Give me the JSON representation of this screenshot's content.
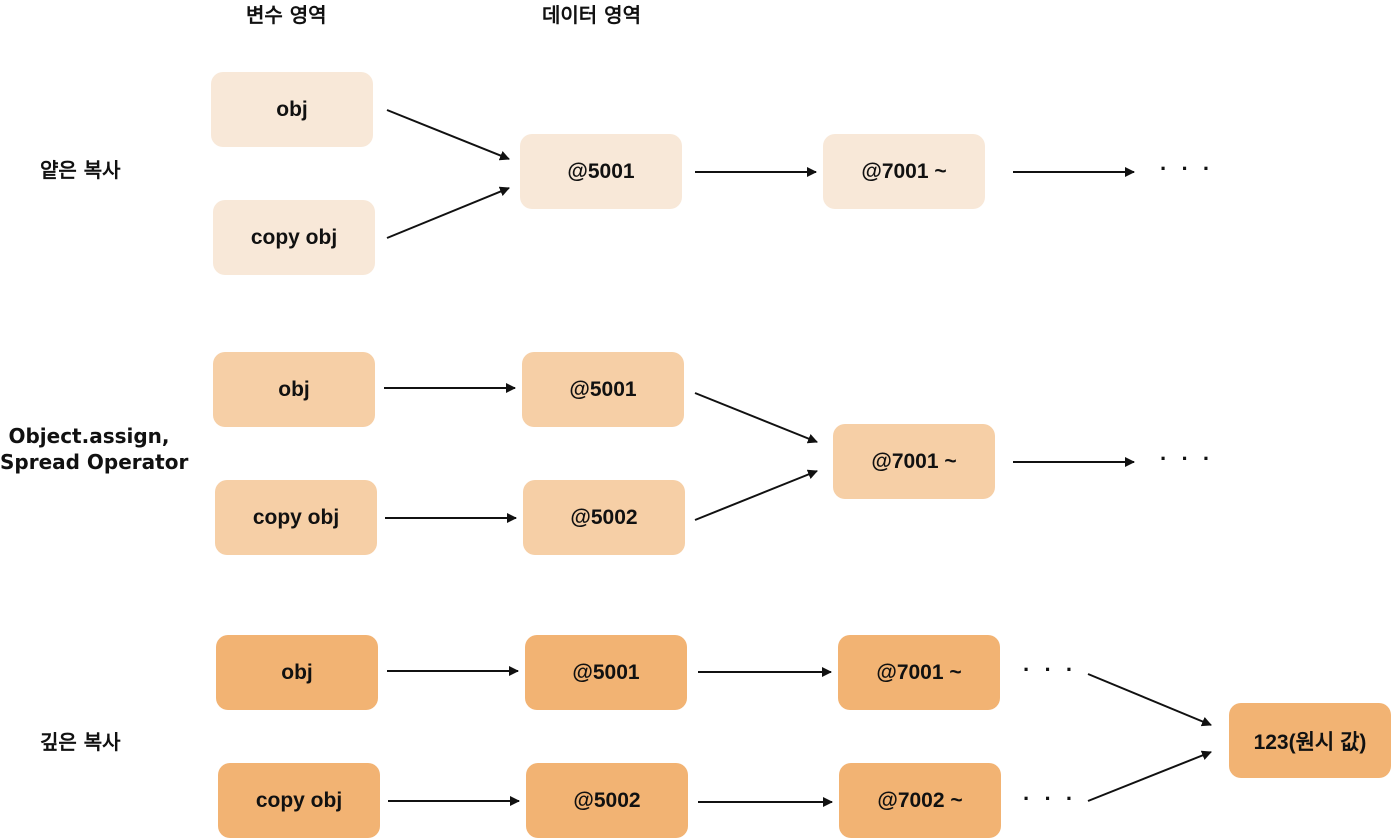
{
  "headers": {
    "variable_area": "변수 영역",
    "data_area": "데이터 영역"
  },
  "rows": {
    "shallow": {
      "label": "얕은 복사",
      "obj": "obj",
      "copy_obj": "copy obj",
      "addr_5001": "@5001",
      "addr_7001": "@7001 ~",
      "ellipsis": "· · ·"
    },
    "assign_spread": {
      "label_line1": "Object.assign,",
      "label_line2": "Spread Operator",
      "obj": "obj",
      "copy_obj": "copy obj",
      "addr_5001": "@5001",
      "addr_5002": "@5002",
      "addr_7001": "@7001 ~",
      "ellipsis": "· · ·"
    },
    "deep": {
      "label": "깊은 복사",
      "obj": "obj",
      "copy_obj": "copy obj",
      "addr_5001": "@5001",
      "addr_5002": "@5002",
      "addr_7001": "@7001 ~",
      "addr_7002": "@7002 ~",
      "ellipsis_top": "· · ·",
      "ellipsis_bottom": "· · ·",
      "primitive": "123(원시 값)"
    }
  },
  "colors": {
    "shallow_box": "#f8e8d8",
    "assign_box": "#f6cfa6",
    "deep_box": "#f2b373",
    "arrow": "#111111"
  }
}
